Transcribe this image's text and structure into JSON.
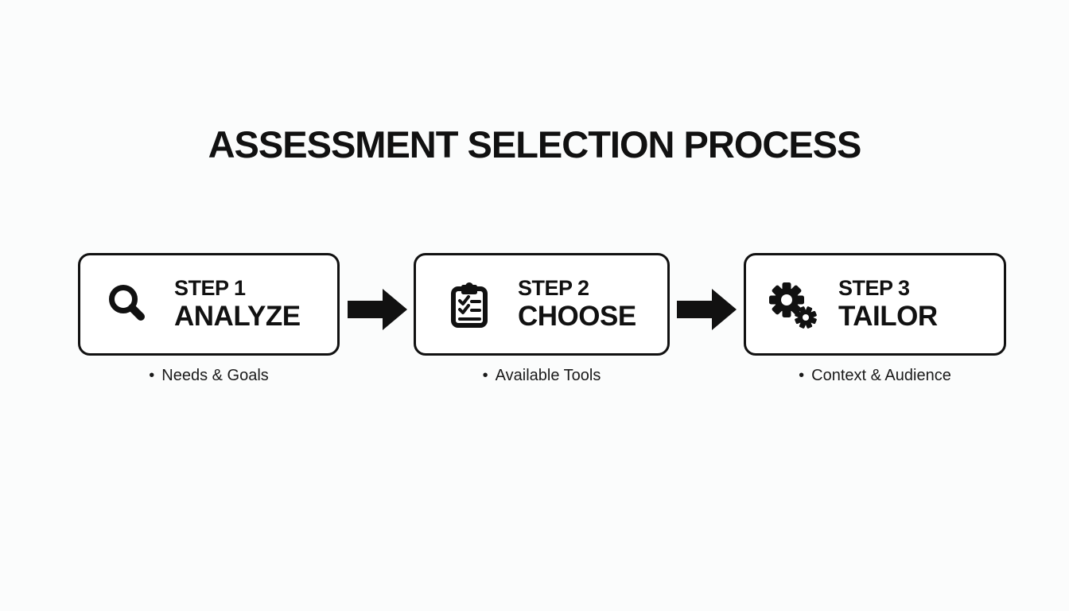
{
  "title": "ASSESSMENT SELECTION PROCESS",
  "colors": {
    "background": "#fbfcfc",
    "foreground": "#111111",
    "box_background": "#ffffff"
  },
  "bullet_char": "•",
  "steps": [
    {
      "step_label": "STEP 1",
      "action": "ANALYZE",
      "icon": "magnifier-icon",
      "bullet": "Needs & Goals"
    },
    {
      "step_label": "STEP 2",
      "action": "CHOOSE",
      "icon": "clipboard-checklist-icon",
      "bullet": "Available Tools"
    },
    {
      "step_label": "STEP 3",
      "action": "TAILOR",
      "icon": "gears-icon",
      "bullet": "Context & Audience"
    }
  ]
}
